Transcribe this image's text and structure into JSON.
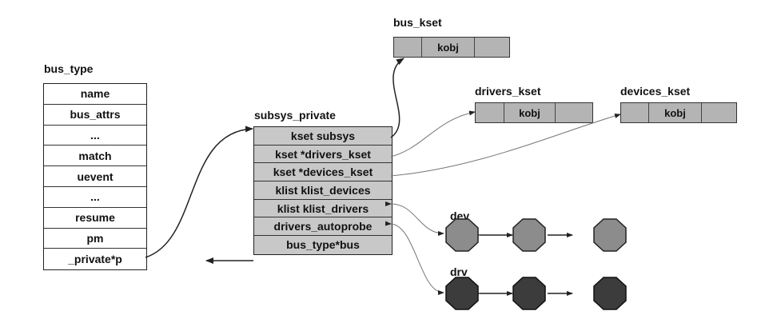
{
  "bus_type": {
    "title": "bus_type",
    "fields": [
      "name",
      "bus_attrs",
      "...",
      "match",
      "uevent",
      "...",
      "resume",
      "pm",
      "_private*p"
    ]
  },
  "subsys_private": {
    "title": "subsys_private",
    "fields": [
      "kset subsys",
      "kset *drivers_kset",
      "kset *devices_kset",
      "klist klist_devices",
      "klist klist_drivers",
      "drivers_autoprobe",
      "bus_type*bus"
    ]
  },
  "bus_kset": {
    "title": "bus_kset",
    "member": "kobj"
  },
  "drivers_kset": {
    "title": "drivers_kset",
    "member": "kobj"
  },
  "devices_kset": {
    "title": "devices_kset",
    "member": "kobj"
  },
  "dev_list": {
    "label": "dev"
  },
  "drv_list": {
    "label": "drv"
  },
  "colors": {
    "field_fill": "#c8c8c8",
    "kset_fill": "#b4b4b4",
    "dev_node": "#8c8c8c",
    "drv_node": "#3c3c3c",
    "line": "#222222"
  }
}
